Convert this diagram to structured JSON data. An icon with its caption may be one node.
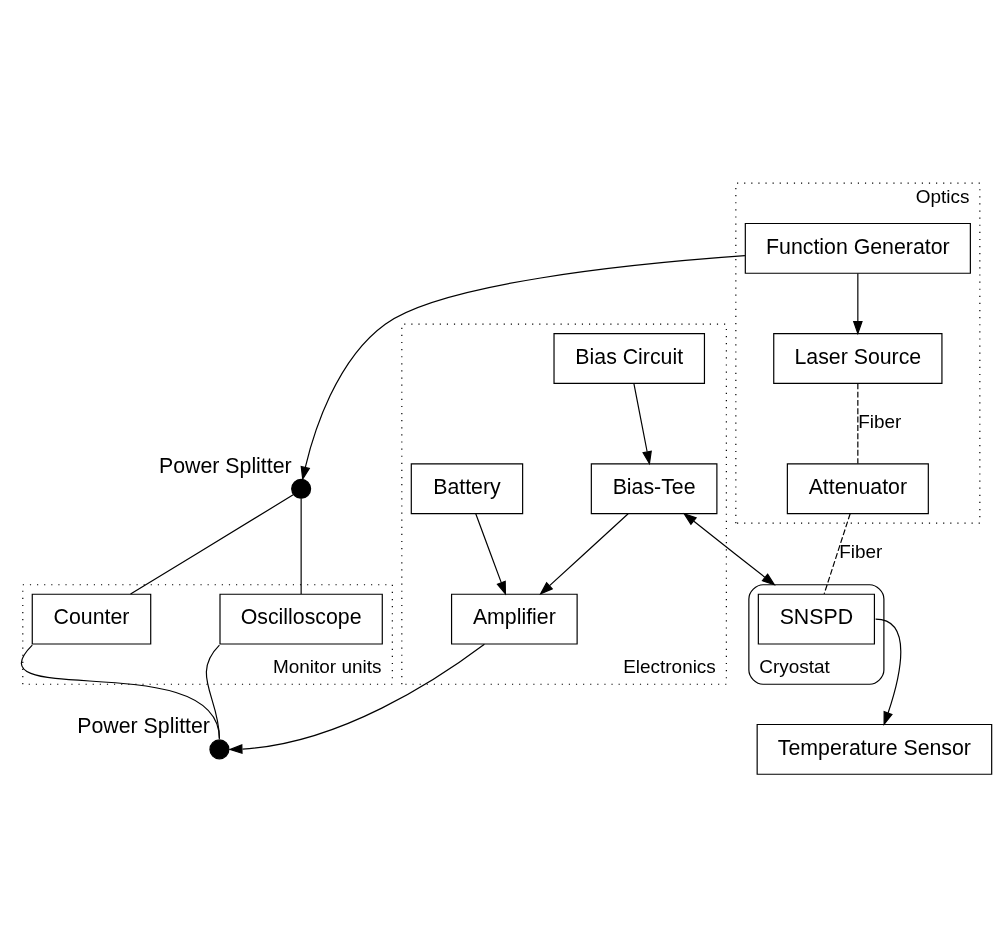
{
  "diagram": {
    "nodes": [
      {
        "text": [
          "Optics"
        ]
      },
      {
        "text": [
          "Function Generator"
        ],
        "in": 0
      },
      {
        "text": [
          "Laser Source"
        ],
        "in": 0
      },
      {
        "text": [
          "Attenuator"
        ],
        "in": 0
      },
      {
        "text": [],
        "shape": "circle",
        "beside": [
          "Power Splitter"
        ]
      },
      {
        "text": [
          "Monitor units"
        ]
      },
      {
        "text": [
          "Oscilloscope"
        ],
        "in": 5
      },
      {
        "text": [
          "Counter"
        ],
        "in": 5
      },
      {
        "text": [],
        "shape": "circle",
        "beside": [
          "Power Splitter"
        ]
      },
      {
        "text": [
          "Cryostat"
        ]
      },
      {
        "text": [
          "SNSPD"
        ],
        "in": 9
      },
      {
        "text": [
          "Temperature Sensor"
        ]
      },
      {
        "text": [
          "Electronics"
        ]
      },
      {
        "text": [
          "Amplifier"
        ],
        "in": 12
      },
      {
        "text": [
          "Bias-Tee"
        ],
        "in": 12
      },
      {
        "text": [
          "Battery"
        ],
        "in": 12
      },
      {
        "text": [
          "Bias Circuit"
        ],
        "in": 12
      }
    ],
    "edges": [
      {
        "from": 1,
        "to": 4,
        "arrow": "to"
      },
      {
        "from": 1,
        "to": 2,
        "arrow": "to"
      },
      {
        "from": 2,
        "to": 3,
        "arrow": "none",
        "label": "Fiber",
        "style": "dashed"
      },
      {
        "from": 3,
        "to": 10,
        "arrow": "none",
        "label": "Fiber",
        "style": "dashed"
      },
      {
        "from": 4,
        "to": 6,
        "arrow": "none"
      },
      {
        "from": 4,
        "to": 7,
        "arrow": "none"
      },
      {
        "from": 6,
        "to": 8,
        "arrow": "none"
      },
      {
        "from": 7,
        "to": 8,
        "arrow": "none"
      },
      {
        "from": 13,
        "to": 8,
        "arrow": "to"
      },
      {
        "from": 14,
        "to": 13,
        "arrow": "to"
      },
      {
        "from": 15,
        "to": 13,
        "arrow": "to"
      },
      {
        "from": 16,
        "to": 14,
        "arrow": "to"
      },
      {
        "from": 14,
        "to": 9,
        "arrow": "both"
      },
      {
        "from": 10,
        "to": 11,
        "arrow": "to"
      }
    ]
  }
}
